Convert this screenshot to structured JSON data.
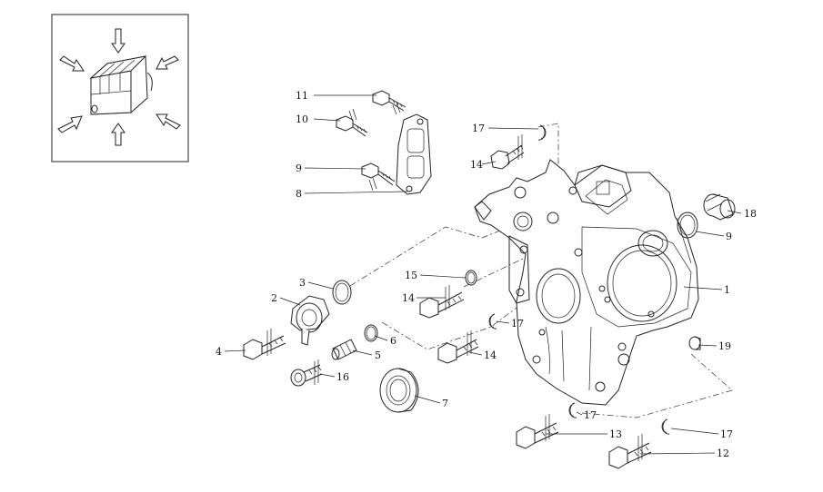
{
  "diagram": {
    "callouts": [
      {
        "id": "c1",
        "label": "1"
      },
      {
        "id": "c2",
        "label": "2"
      },
      {
        "id": "c3",
        "label": "3"
      },
      {
        "id": "c4",
        "label": "4"
      },
      {
        "id": "c5",
        "label": "5"
      },
      {
        "id": "c6",
        "label": "6"
      },
      {
        "id": "c7",
        "label": "7"
      },
      {
        "id": "c8",
        "label": "8"
      },
      {
        "id": "c9a",
        "label": "9"
      },
      {
        "id": "c9b",
        "label": "9"
      },
      {
        "id": "c10",
        "label": "10"
      },
      {
        "id": "c11",
        "label": "11"
      },
      {
        "id": "c12",
        "label": "12"
      },
      {
        "id": "c13",
        "label": "13"
      },
      {
        "id": "c14a",
        "label": "14"
      },
      {
        "id": "c14b",
        "label": "14"
      },
      {
        "id": "c14c",
        "label": "14"
      },
      {
        "id": "c15",
        "label": "15"
      },
      {
        "id": "c16",
        "label": "16"
      },
      {
        "id": "c17a",
        "label": "17"
      },
      {
        "id": "c17b",
        "label": "17"
      },
      {
        "id": "c17c",
        "label": "17"
      },
      {
        "id": "c17d",
        "label": "17"
      },
      {
        "id": "c18",
        "label": "18"
      },
      {
        "id": "c19",
        "label": "19"
      }
    ]
  }
}
